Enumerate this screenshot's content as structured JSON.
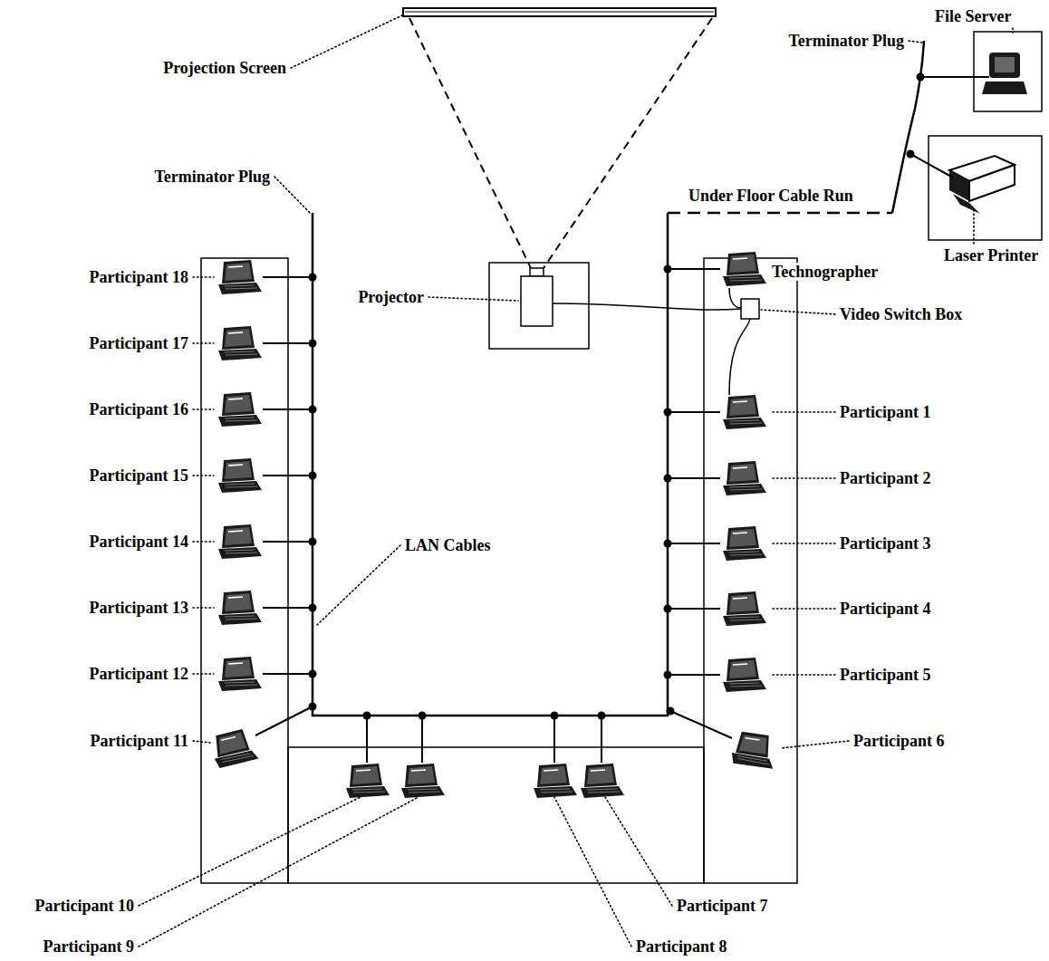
{
  "diagram": {
    "labels": [
      "Projection Screen",
      "File Server",
      "Terminator Plug",
      "Terminator Plug",
      "Under Floor Cable Run",
      "Projector",
      "Technographer",
      "Laser Printer",
      "Video Switch Box",
      "Participant 18",
      "Participant 1",
      "Participant 17",
      "Participant 2",
      "Participant 16",
      "Participant 3",
      "Participant 15",
      "LAN Cables",
      "Participant 14",
      "Participant 4",
      "Participant 13",
      "Participant 5",
      "Participant 12",
      "Participant 11",
      "Participant 6",
      "Participant 10",
      "Participant 7",
      "Participant 9",
      "Participant 8"
    ]
  }
}
